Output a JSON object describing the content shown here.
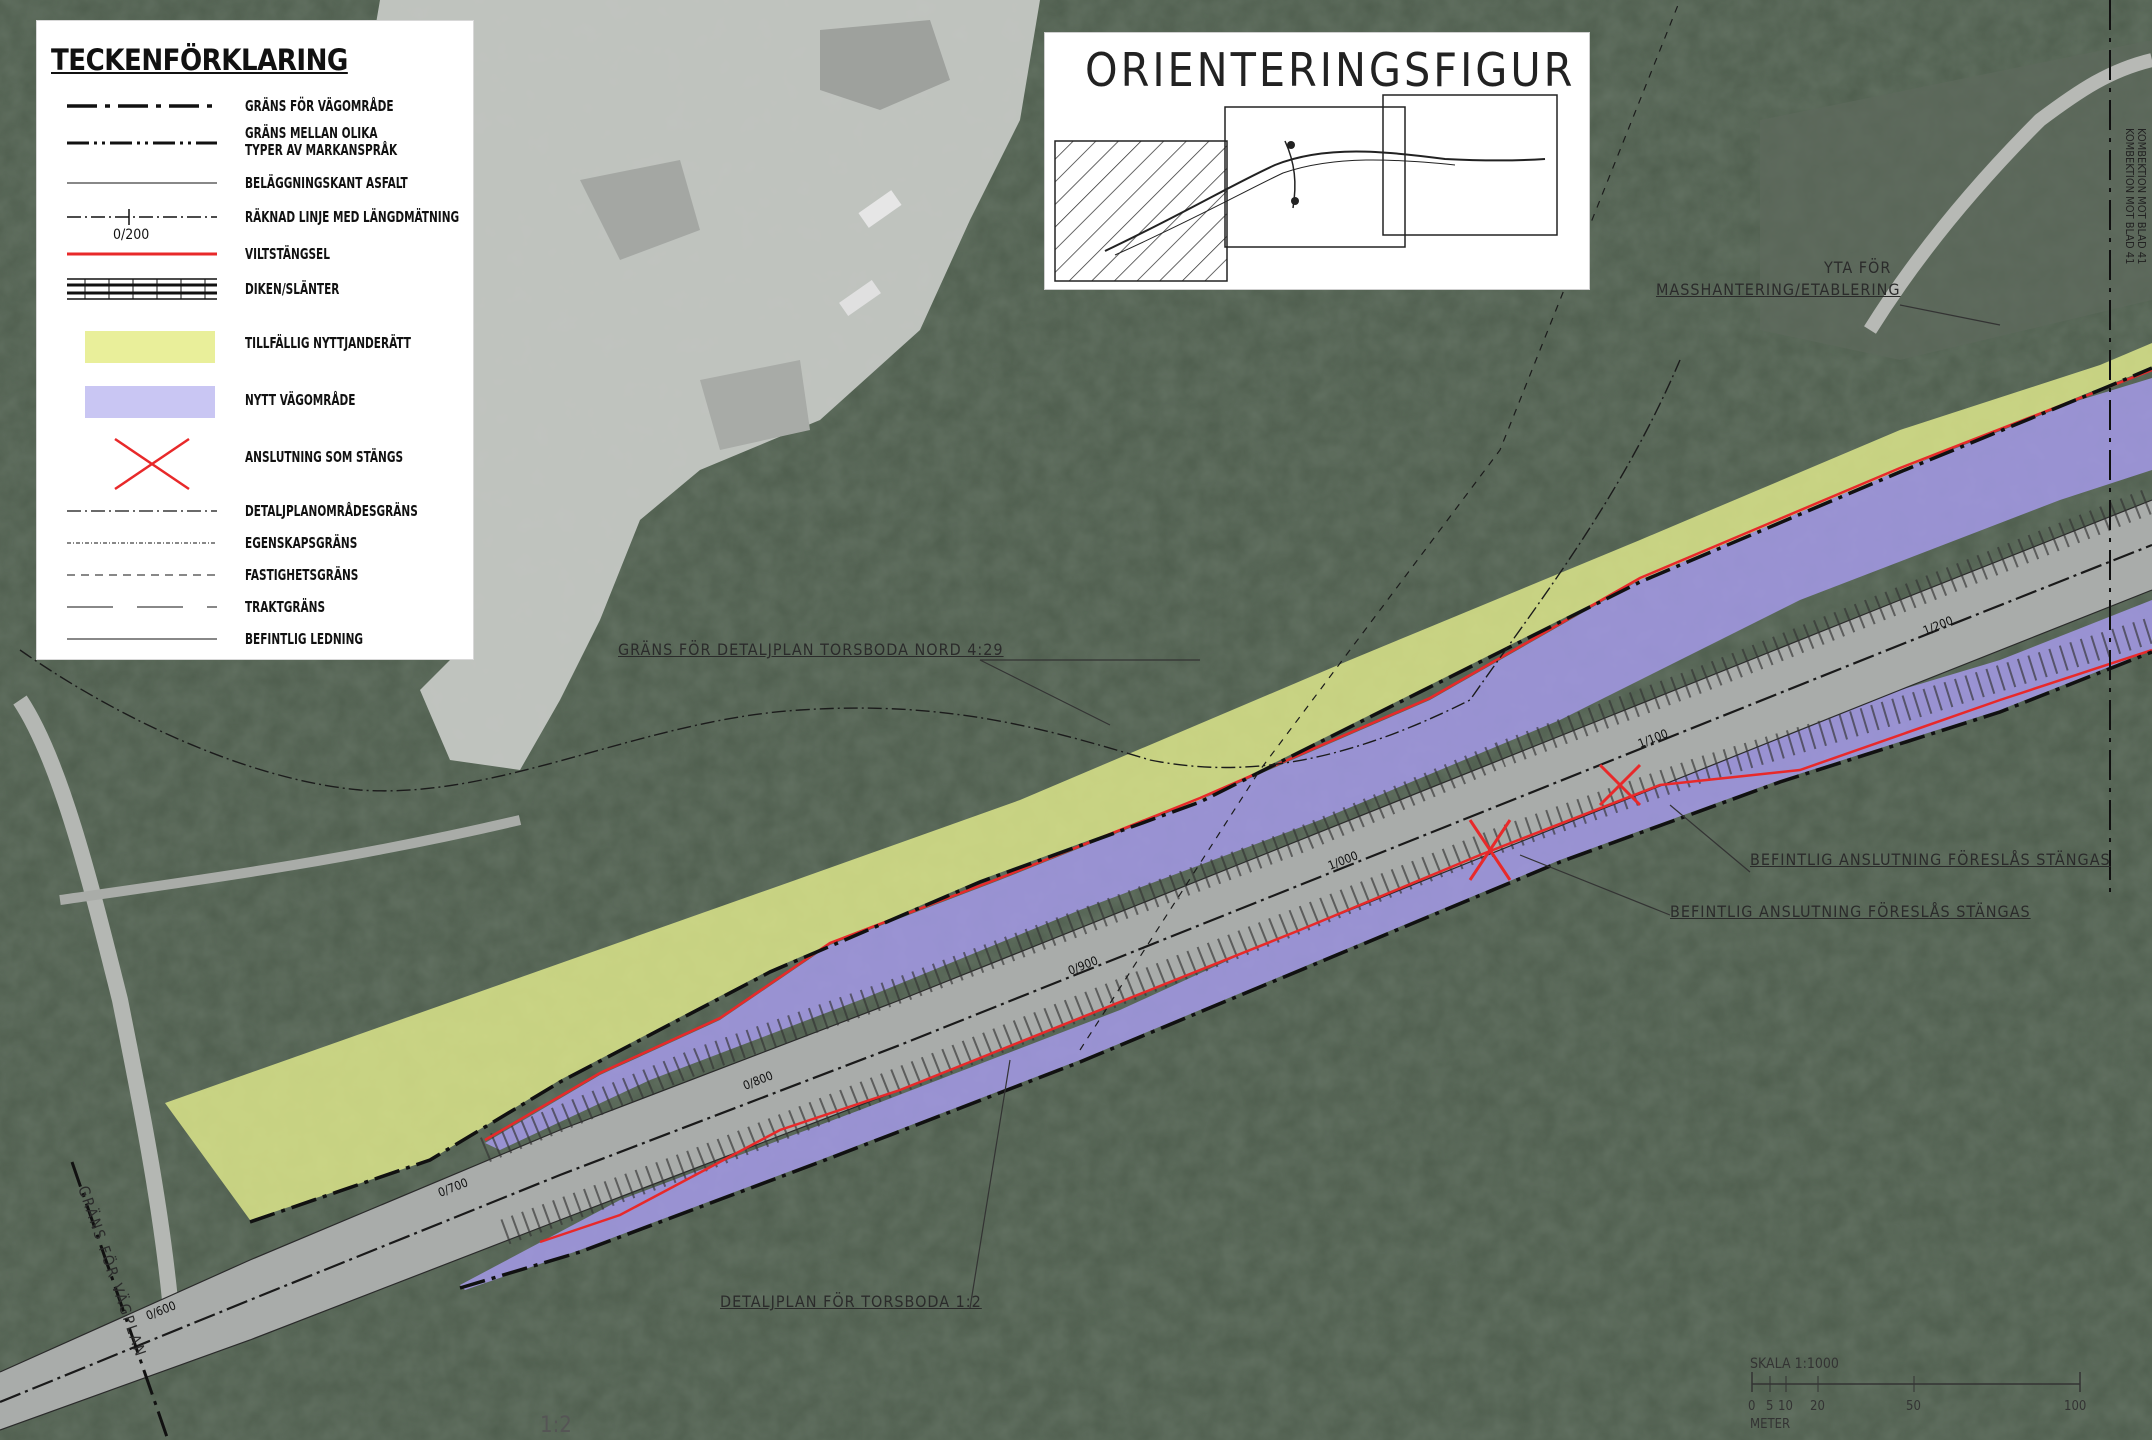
{
  "legend": {
    "title": "TECKENFÖRKLARING",
    "items": [
      {
        "id": "vagomrade-border",
        "label": "GRÄNS FÖR VÄGOMRÅDE"
      },
      {
        "id": "markansprak-border",
        "label_line1": "GRÄNS MELLAN OLIKA",
        "label_line2": "TYPER AV MARKANSPRÅK"
      },
      {
        "id": "asphalt-edge",
        "label": "BELÄGGNINGSKANT ASFALT"
      },
      {
        "id": "chainage-line",
        "label": "RÄKNAD LINJE MED LÄNGDMÄTNING",
        "sample": "0/200"
      },
      {
        "id": "wildlife-fence",
        "label": "VILTSTÄNGSEL"
      },
      {
        "id": "ditches",
        "label": "DIKEN/SLÄNTER"
      },
      {
        "id": "temporary-use",
        "label": "TILLFÄLLIG NYTTJANDERÄTT"
      },
      {
        "id": "new-road-area",
        "label": "NYTT VÄGOMRÅDE"
      },
      {
        "id": "closed-connection",
        "label": "ANSLUTNING SOM STÄNGS"
      },
      {
        "id": "detailplan-border",
        "label": "DETALJPLANOMRÅDESGRÄNS"
      },
      {
        "id": "property-type-border",
        "label": "EGENSKAPSGRÄNS"
      },
      {
        "id": "property-border",
        "label": "FASTIGHETSGRÄNS"
      },
      {
        "id": "tract-border",
        "label": "TRAKTGRÄNS"
      },
      {
        "id": "existing-line",
        "label": "BEFINTLIG LEDNING"
      }
    ]
  },
  "orientation": {
    "title": "ORIENTERINGSFIGUR"
  },
  "map": {
    "labels": {
      "grans_detaljplan_nord": "GRÄNS FÖR DETALJPLAN TORSBODA NORD 4:29",
      "yta_line1": "YTA FÖR",
      "yta_line2": "MASSHANTERING/ETABLERING",
      "anslutning_1": "BEFINTLIG ANSLUTNING FÖRESLÅS STÄNGAS",
      "anslutning_2": "BEFINTLIG ANSLUTNING FÖRESLÅS STÄNGAS",
      "detaljplan_torsboda": "DETALJPLAN FÖR TORSBODA 1:2",
      "grans_vagplan": "GRÄNS FÖR VÄGPLAN",
      "sheet_ref_1": "KOMBEKTION MOT BLAD 41",
      "sheet_ref_2": "KOMBEKTION MOT BLAD 41",
      "sheet_number": "1:2"
    },
    "chainages": [
      "0/600",
      "0/700",
      "0/800",
      "0/900",
      "1/000",
      "1/100",
      "1/200"
    ],
    "scale": {
      "title": "SKALA 1:1000",
      "ticks": [
        "0",
        "5",
        "10",
        "20",
        "50",
        "100"
      ],
      "unit": "METER"
    },
    "colors": {
      "forest": "#4b5a4a",
      "quarry": "#c9ccc9",
      "temporary_use_fill": "#e0ea8c",
      "new_road_area_fill": "#a49ae8",
      "fence": "#e8292a",
      "road": "#a9acaa"
    }
  }
}
